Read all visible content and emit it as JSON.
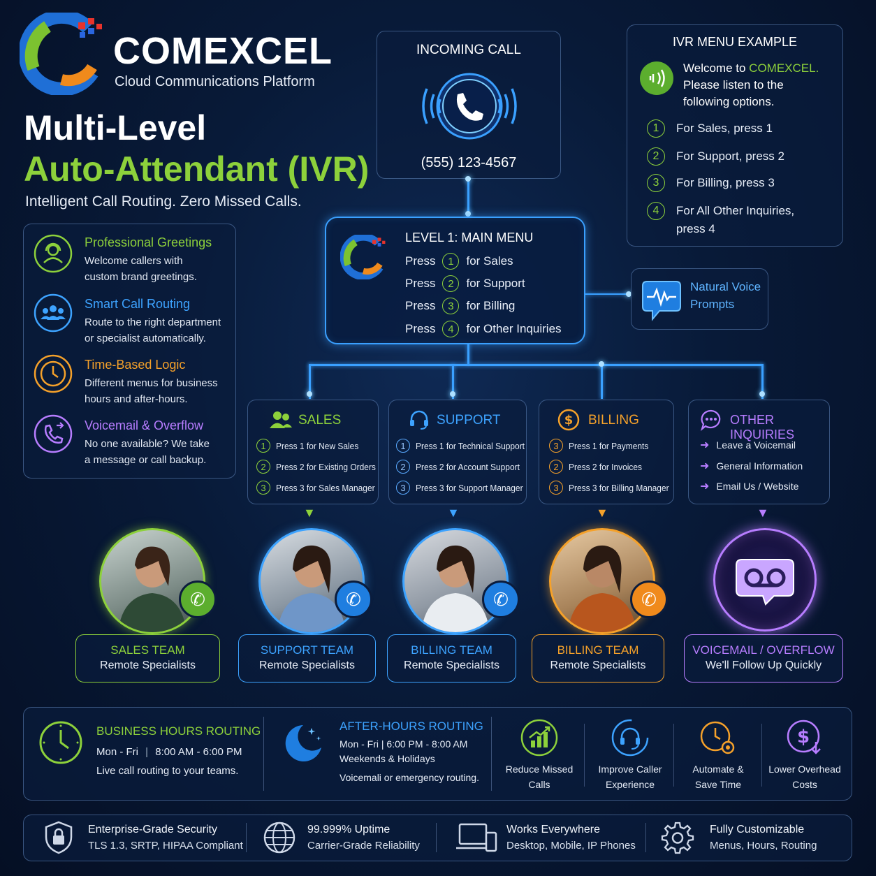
{
  "brand": {
    "name": "COMEXCEL",
    "tagline": "Cloud Communications Platform"
  },
  "hero": {
    "title_line1": "Multi-Level",
    "title_line2": "Auto-Attendant (IVR)",
    "subtitle": "Intelligent Call Routing. Zero Missed Calls."
  },
  "features": [
    {
      "title": "Professional Greetings",
      "desc1": "Welcome callers with",
      "desc2": "custom brand greetings.",
      "icon": "user-headset-icon",
      "color": "#8dd13b"
    },
    {
      "title": "Smart Call Routing",
      "desc1": "Route to the right department",
      "desc2": "or specialist automatically.",
      "icon": "group-icon",
      "color": "#3da3ff"
    },
    {
      "title": "Time-Based Logic",
      "desc1": "Different menus for business",
      "desc2": "hours and after-hours.",
      "icon": "clock-icon",
      "color": "#f5a12a"
    },
    {
      "title": "Voicemail & Overflow",
      "desc1": "No one available? We take",
      "desc2": "a message or call backup.",
      "icon": "phone-forward-icon",
      "color": "#b77dff"
    }
  ],
  "incoming": {
    "title": "INCOMING CALL",
    "number": "(555) 123-4567"
  },
  "ivr_example": {
    "title": "IVR MENU EXAMPLE",
    "welcome_pre": "Welcome to ",
    "welcome_brand": "COMEXCEL.",
    "welcome_line2": "Please listen to the",
    "welcome_line3": "following options.",
    "options": [
      {
        "n": "1",
        "text": "For Sales, press 1"
      },
      {
        "n": "2",
        "text": "For Support, press 2"
      },
      {
        "n": "3",
        "text": "For Billing, press 3"
      },
      {
        "n": "4",
        "text": "For All Other Inquiries,",
        "text2": "press 4"
      }
    ]
  },
  "main_menu": {
    "title": "LEVEL 1: MAIN MENU",
    "press": "Press",
    "items": [
      {
        "n": "1",
        "text": "for Sales"
      },
      {
        "n": "2",
        "text": "for Support"
      },
      {
        "n": "3",
        "text": "for Billing"
      },
      {
        "n": "4",
        "text": "for Other Inquiries"
      }
    ]
  },
  "voice": {
    "line1": "Natural Voice",
    "line2": "Prompts"
  },
  "departments": [
    {
      "title": "SALES",
      "color": "#8dd13b",
      "options": [
        {
          "n": "1",
          "text": "Press 1 for New Sales"
        },
        {
          "n": "2",
          "text": "Press 2 for Existing Orders"
        },
        {
          "n": "3",
          "text": "Press 3 for Sales Manager"
        }
      ]
    },
    {
      "title": "SUPPORT",
      "color": "#3da3ff",
      "options": [
        {
          "n": "1",
          "text": "Press 1 for Technical Support"
        },
        {
          "n": "2",
          "text": "Press 2 for Account Support"
        },
        {
          "n": "3",
          "text": "Press 3 for Support Manager"
        }
      ]
    },
    {
      "title": "BILLING",
      "color": "#f5a12a",
      "options": [
        {
          "n": "3",
          "text": "Press 1 for Payments"
        },
        {
          "n": "2",
          "text": "Press 2 for Invoices"
        },
        {
          "n": "3",
          "text": "Press 3 for Billing Manager"
        }
      ]
    },
    {
      "title": "OTHER INQUIRIES",
      "color": "#b77dff",
      "options": [
        {
          "text": "Leave a Voicemail"
        },
        {
          "text": "General Information"
        },
        {
          "text": "Email Us / Website"
        }
      ]
    }
  ],
  "teams": [
    {
      "title": "SALES TEAM",
      "sub": "Remote Specialists",
      "color": "#8dd13b"
    },
    {
      "title": "SUPPORT TEAM",
      "sub": "Remote Specialists",
      "color": "#3da3ff"
    },
    {
      "title": "BILLING TEAM",
      "sub": "Remote Specialists",
      "color": "#3da3ff"
    },
    {
      "title": "BILLING TEAM",
      "sub": "Remote Specialists",
      "color": "#f5a12a"
    },
    {
      "title": "VOICEMAIL / OVERFLOW",
      "sub": "We'll Follow Up Quickly",
      "color": "#b77dff"
    }
  ],
  "routing": {
    "business": {
      "title": "BUSINESS HOURS ROUTING",
      "days": "Mon - Fri",
      "hours": "8:00 AM - 6:00 PM",
      "desc": "Live call routing to your teams."
    },
    "after": {
      "title": "AFTER-HOURS ROUTING",
      "line1": "Mon - Fri | 6:00 PM - 8:00 AM",
      "line2": "Weekends & Holidays",
      "line3": "Voicemali or emergency routing."
    }
  },
  "benefits": [
    {
      "line1": "Reduce Missed",
      "line2": "Calls",
      "icon": "chart-up-icon"
    },
    {
      "line1": "Improve Caller",
      "line2": "Experience",
      "icon": "headset-icon"
    },
    {
      "line1": "Automate &",
      "line2": "Save Time",
      "icon": "clock-gear-icon"
    },
    {
      "line1": "Lower Overhead",
      "line2": "Costs",
      "icon": "dollar-down-icon"
    }
  ],
  "footer": [
    {
      "title": "Enterprise-Grade Security",
      "sub": "TLS 1.3, SRTP, HIPAA Compliant",
      "icon": "shield-lock-icon"
    },
    {
      "title": "99.999% Uptime",
      "sub": "Carrier-Grade Reliability",
      "icon": "globe-icon"
    },
    {
      "title": "Works Everywhere",
      "sub": "Desktop, Mobile, IP Phones",
      "icon": "devices-icon"
    },
    {
      "title": "Fully Customizable",
      "sub": "Menus, Hours, Routing",
      "icon": "gear-icon"
    }
  ]
}
